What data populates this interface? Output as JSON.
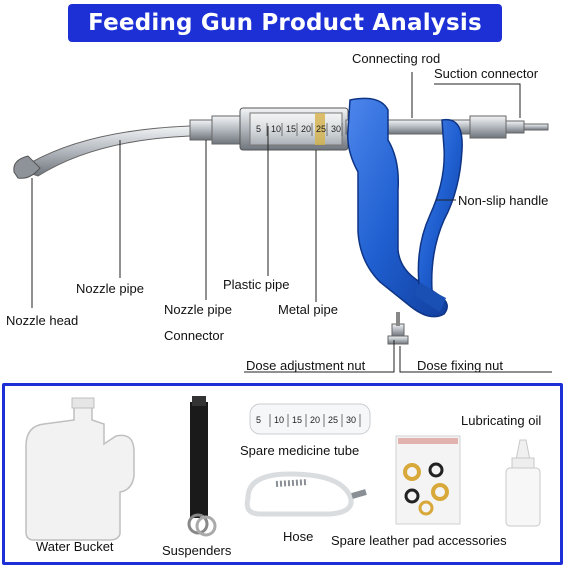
{
  "header": {
    "title": "Feeding Gun  Product Analysis"
  },
  "labels": {
    "connecting_rod": "Connecting rod",
    "suction_connector": "Suction connector",
    "non_slip_handle": "Non-slip handle",
    "nozzle_pipe": "Nozzle pipe",
    "plastic_pipe": "Plastic pipe",
    "nozzle_head": "Nozzle head",
    "nozzle_pipe_connector_line1": "Nozzle pipe",
    "nozzle_pipe_connector_line2": "Connector",
    "metal_pipe": "Metal pipe",
    "dose_adjustment_nut": "Dose adjustment nut",
    "dose_fixing_nut": "Dose fixing nut"
  },
  "barrel_scale": [
    "5",
    "10",
    "15",
    "20",
    "25",
    "30"
  ],
  "accessories": {
    "water_bucket": "Water Bucket",
    "suspenders": "Suspenders",
    "spare_medicine_tube": "Spare medicine tube",
    "hose": "Hose",
    "spare_leather_pad": "Spare leather pad accessories",
    "lubricating_oil": "Lubricating oil",
    "tube_scale": [
      "5",
      "10",
      "15",
      "20",
      "25",
      "30"
    ]
  },
  "colors": {
    "brand_blue": "#1d30d6",
    "handle_blue": "#1f5fd0",
    "steel": "#b9bec4"
  }
}
